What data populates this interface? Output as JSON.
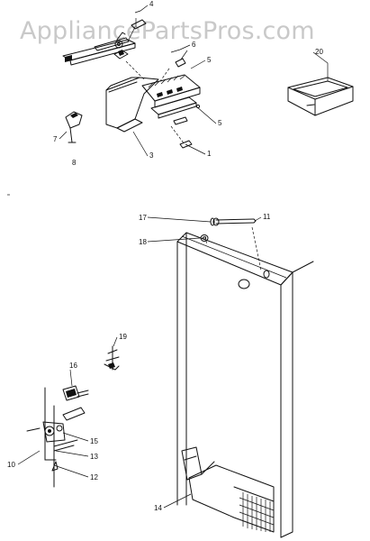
{
  "watermark": {
    "text": "AppliancePartsPros.com"
  },
  "callouts": {
    "c1": "1",
    "c3": "3",
    "c4": "4",
    "c5a": "5",
    "c5b": "5",
    "c6": "6",
    "c7": "7",
    "c8": "8",
    "c10": "10",
    "c11": "11",
    "c12": "12",
    "c13": "13",
    "c14": "14",
    "c15": "15",
    "c16": "16",
    "c17": "17",
    "c18": "18",
    "c19": "19",
    "c20": "20"
  }
}
